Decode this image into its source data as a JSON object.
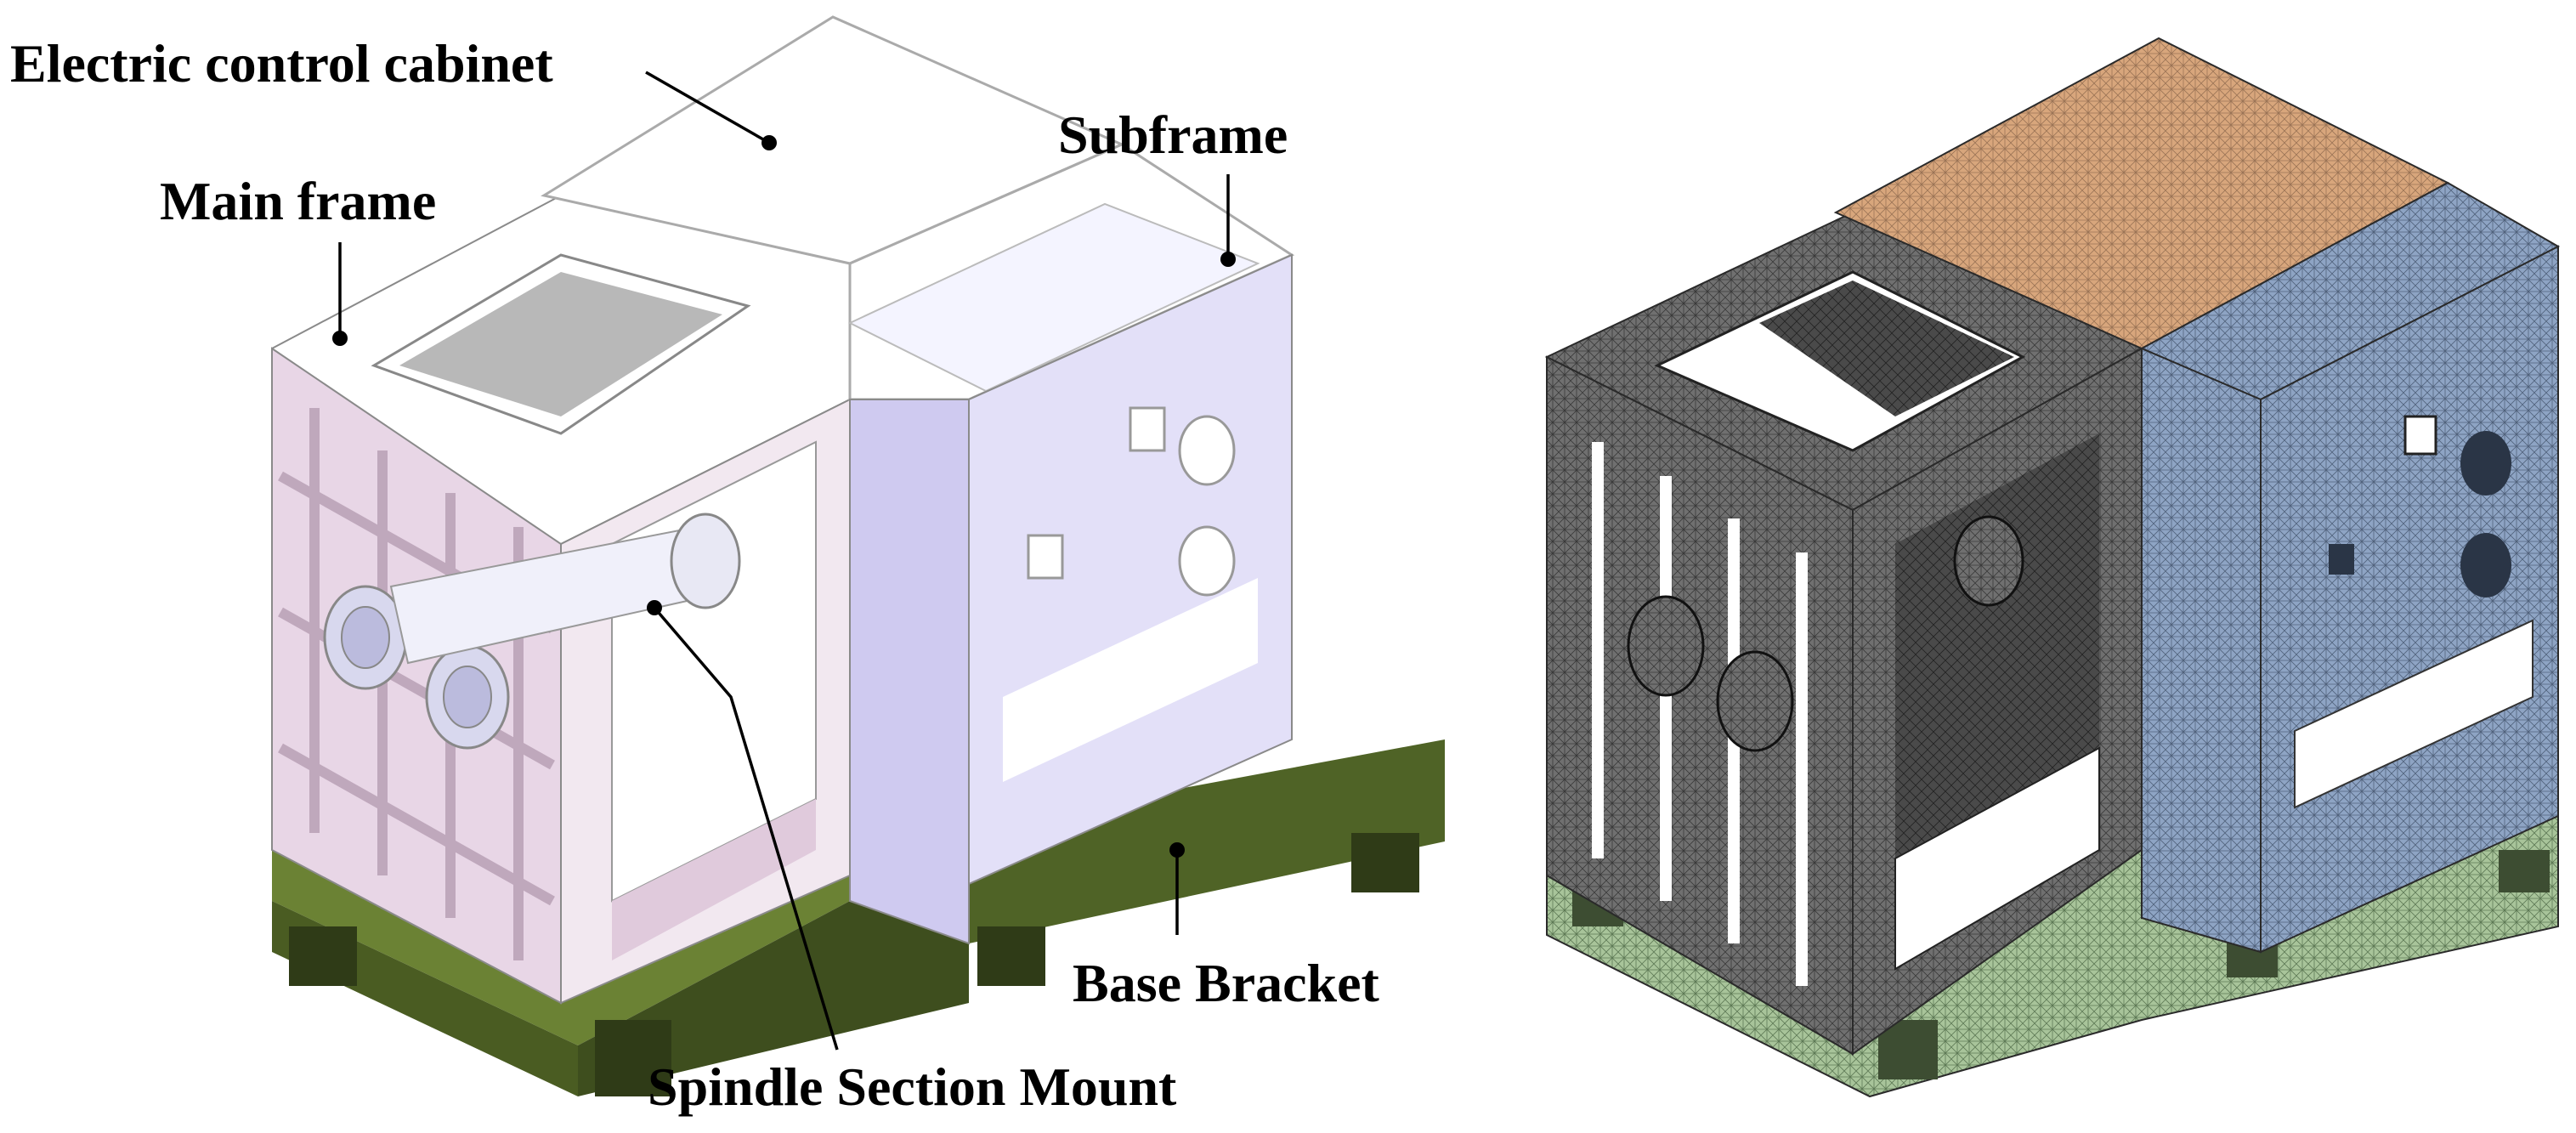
{
  "labels": {
    "electric_cabinet": "Electric control cabinet",
    "subframe": "Subframe",
    "main_frame": "Main frame",
    "base_bracket": "Base Bracket",
    "spindle_mount": "Spindle Section Mount"
  },
  "colors": {
    "main_frame": "#e8d6e6",
    "main_frame_side": "#f2e8f0",
    "subframe": "#cfcaf0",
    "subframe_side": "#e3e0f8",
    "cabinet_top": "#ffffff",
    "base_bracket": "#566a2c",
    "base_bracket_light": "#7c9440",
    "mesh_main": "#6f6f6f",
    "mesh_sub": "#8aa0c0",
    "mesh_cabinet": "#d8a67c",
    "mesh_base": "#a8c49a"
  }
}
